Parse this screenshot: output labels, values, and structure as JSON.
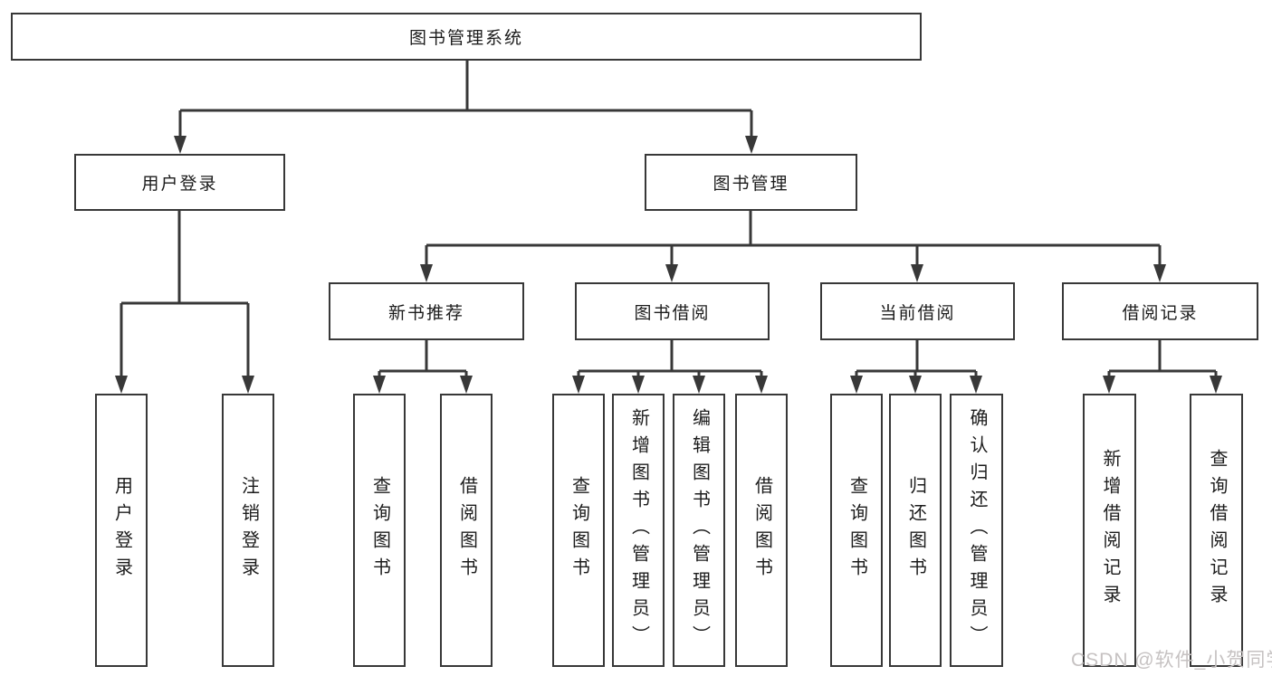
{
  "diagram_type": "hierarchy-tree",
  "colors": {
    "line": "#383838",
    "text": "#1c1c1c",
    "watermark": "#c6c2c2"
  },
  "tree": {
    "label": "图书管理系统",
    "children": [
      {
        "label": "用户登录",
        "children": [
          {
            "label": "用户登录"
          },
          {
            "label": "注销登录"
          }
        ]
      },
      {
        "label": "图书管理",
        "children": [
          {
            "label": "新书推荐",
            "children": [
              {
                "label": "查询图书"
              },
              {
                "label": "借阅图书"
              }
            ]
          },
          {
            "label": "图书借阅",
            "children": [
              {
                "label": "查询图书"
              },
              {
                "label": "新增图书（管理员）"
              },
              {
                "label": "编辑图书（管理员）"
              },
              {
                "label": "借阅图书"
              }
            ]
          },
          {
            "label": "当前借阅",
            "children": [
              {
                "label": "查询图书"
              },
              {
                "label": "归还图书"
              },
              {
                "label": "确认归还（管理员）"
              }
            ]
          },
          {
            "label": "借阅记录",
            "children": [
              {
                "label": "新增借阅记录"
              },
              {
                "label": "查询借阅记录"
              }
            ]
          }
        ]
      }
    ]
  },
  "watermark": {
    "text": "CSDN @软件_小贺同学"
  }
}
